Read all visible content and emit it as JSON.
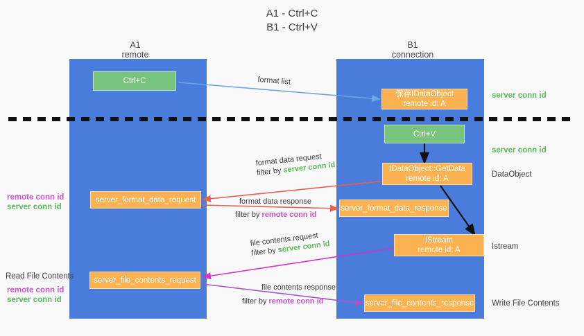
{
  "title": {
    "line1": "A1 - Ctrl+C",
    "line2": "B1 - Ctrl+V"
  },
  "lanes": [
    {
      "name": "A1",
      "sub": "remote"
    },
    {
      "name": "B1",
      "sub": "connection"
    }
  ],
  "nodes": {
    "ctrl_c": {
      "label": "Ctrl+C"
    },
    "ctrl_v": {
      "label": "Ctrl+V"
    },
    "save_dataobject": {
      "line1": "保存IDataObject",
      "line2": "remote id: A"
    },
    "getdata": {
      "line1": "IDataObject::GetData",
      "line2": "remote id: A"
    },
    "istream": {
      "line1": "IStream",
      "line2": "remote id: A"
    },
    "server_format_data_request": {
      "label": "server_format_data_request"
    },
    "server_format_data_response": {
      "label": "server_format_data_response"
    },
    "server_file_contents_request": {
      "label": "server_file_contents_request"
    },
    "server_file_contents_response": {
      "label": "server_file_contents_response"
    }
  },
  "edges": {
    "format_list": {
      "text": "format list"
    },
    "format_data_request": {
      "text": "format data request",
      "filter_prefix": "filter by ",
      "filter_key": "server conn id"
    },
    "format_data_response": {
      "text": "format data response",
      "filter_prefix": "filter by ",
      "filter_key": "remote conn id"
    },
    "file_contents_request": {
      "text": "file contents request",
      "filter_prefix": "filter by ",
      "filter_key": "server conn id"
    },
    "file_contents_response": {
      "text": "file contents response",
      "filter_prefix": "filter by ",
      "filter_key": "remote conn id"
    }
  },
  "annotations": {
    "right_server_conn_id_top": "server conn id",
    "right_server_conn_id_mid": "server conn id",
    "right_dataobject": "DataObject",
    "right_istream": "Istream",
    "right_write_file_contents": "Write File Contents",
    "left_remote_conn_id_1": "remote conn id",
    "left_server_conn_id_1": "server conn id",
    "left_read_file_contents": "Read File Contents",
    "left_remote_conn_id_2": "remote conn id",
    "left_server_conn_id_2": "server conn id"
  },
  "colors": {
    "lane": "#4a7ddb",
    "green_node": "#79c47c",
    "orange_node": "#fcb250",
    "green_text": "#5cb85c",
    "purple_text": "#cc55cc",
    "arrow_blue": "#6aa7e8",
    "arrow_red": "#e8604c",
    "arrow_black": "#111111",
    "arrow_magenta": "#d633c8",
    "arrow_purple": "#a855c8",
    "divider": "#111111"
  }
}
